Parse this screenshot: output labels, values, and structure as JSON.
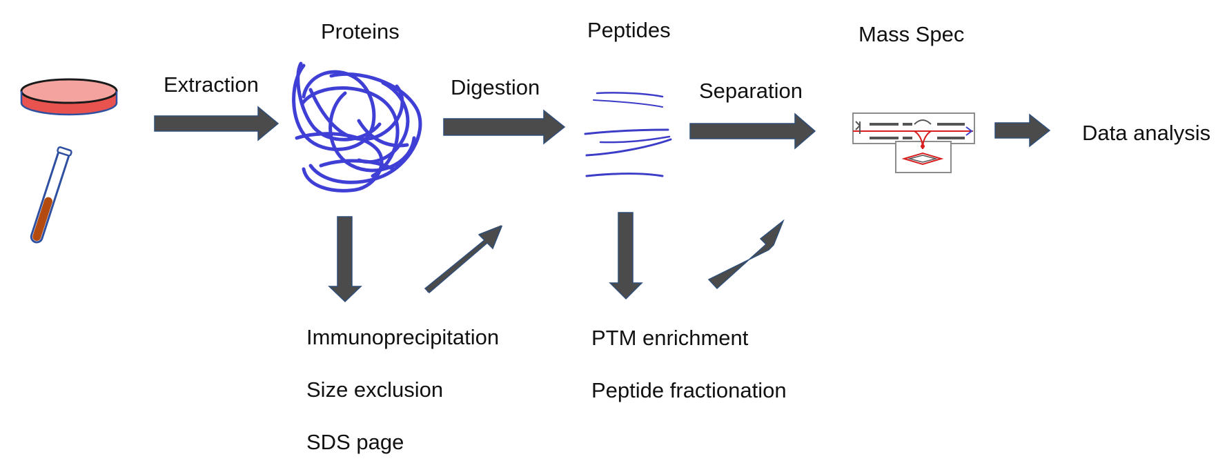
{
  "labels": {
    "proteins": "Proteins",
    "peptides": "Peptides",
    "mass_spec": "Mass Spec",
    "extraction": "Extraction",
    "digestion": "Digestion",
    "separation": "Separation",
    "data_analysis": "Data analysis"
  },
  "protein_methods": [
    "Immunoprecipitation",
    "Size exclusion",
    "SDS page"
  ],
  "peptide_methods": [
    "PTM enrichment",
    "Peptide fractionation"
  ],
  "colors": {
    "arrow": "#4b4b4b",
    "protein": "#3f3fd6",
    "peptide": "#3c3cc8",
    "dish_fill": "#f28a86",
    "tube_liquid": "#b34a0f",
    "instrument_red": "#d81e1e"
  }
}
